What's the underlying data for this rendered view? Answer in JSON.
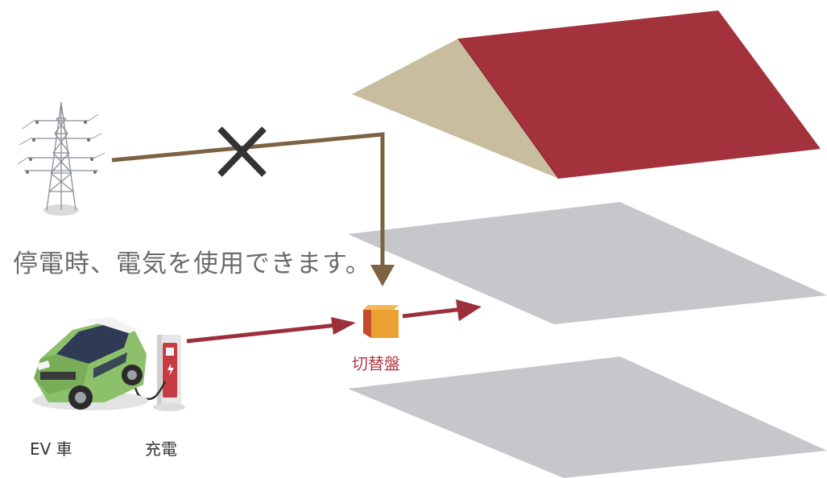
{
  "captions": {
    "main": "停電時、電気を使用できます。",
    "switchboard": "切替盤",
    "ev": "EV 車",
    "charging": "充電"
  },
  "icons": {
    "tower": "power-tower-icon",
    "cross": "x-mark-icon",
    "roof": "house-roof-icon",
    "floor_upper": "floor-plane-icon",
    "floor_lower": "floor-plane-icon",
    "switchboard": "switchboard-box-icon",
    "car": "ev-car-icon",
    "charger": "ev-charger-icon"
  },
  "colors": {
    "grid_line": "#7d6244",
    "cross": "#333333",
    "ev_line": "#9d2f3a",
    "roof_red": "#a3323d",
    "roof_side": "#c8bd9f",
    "floor": "#c6c6cb",
    "switchboard_front": "#e8a132",
    "switchboard_side": "#c44b2b",
    "car_body": "#8dc06a",
    "caption_gray": "#6b6b6b",
    "caption_red": "#b03a44"
  }
}
